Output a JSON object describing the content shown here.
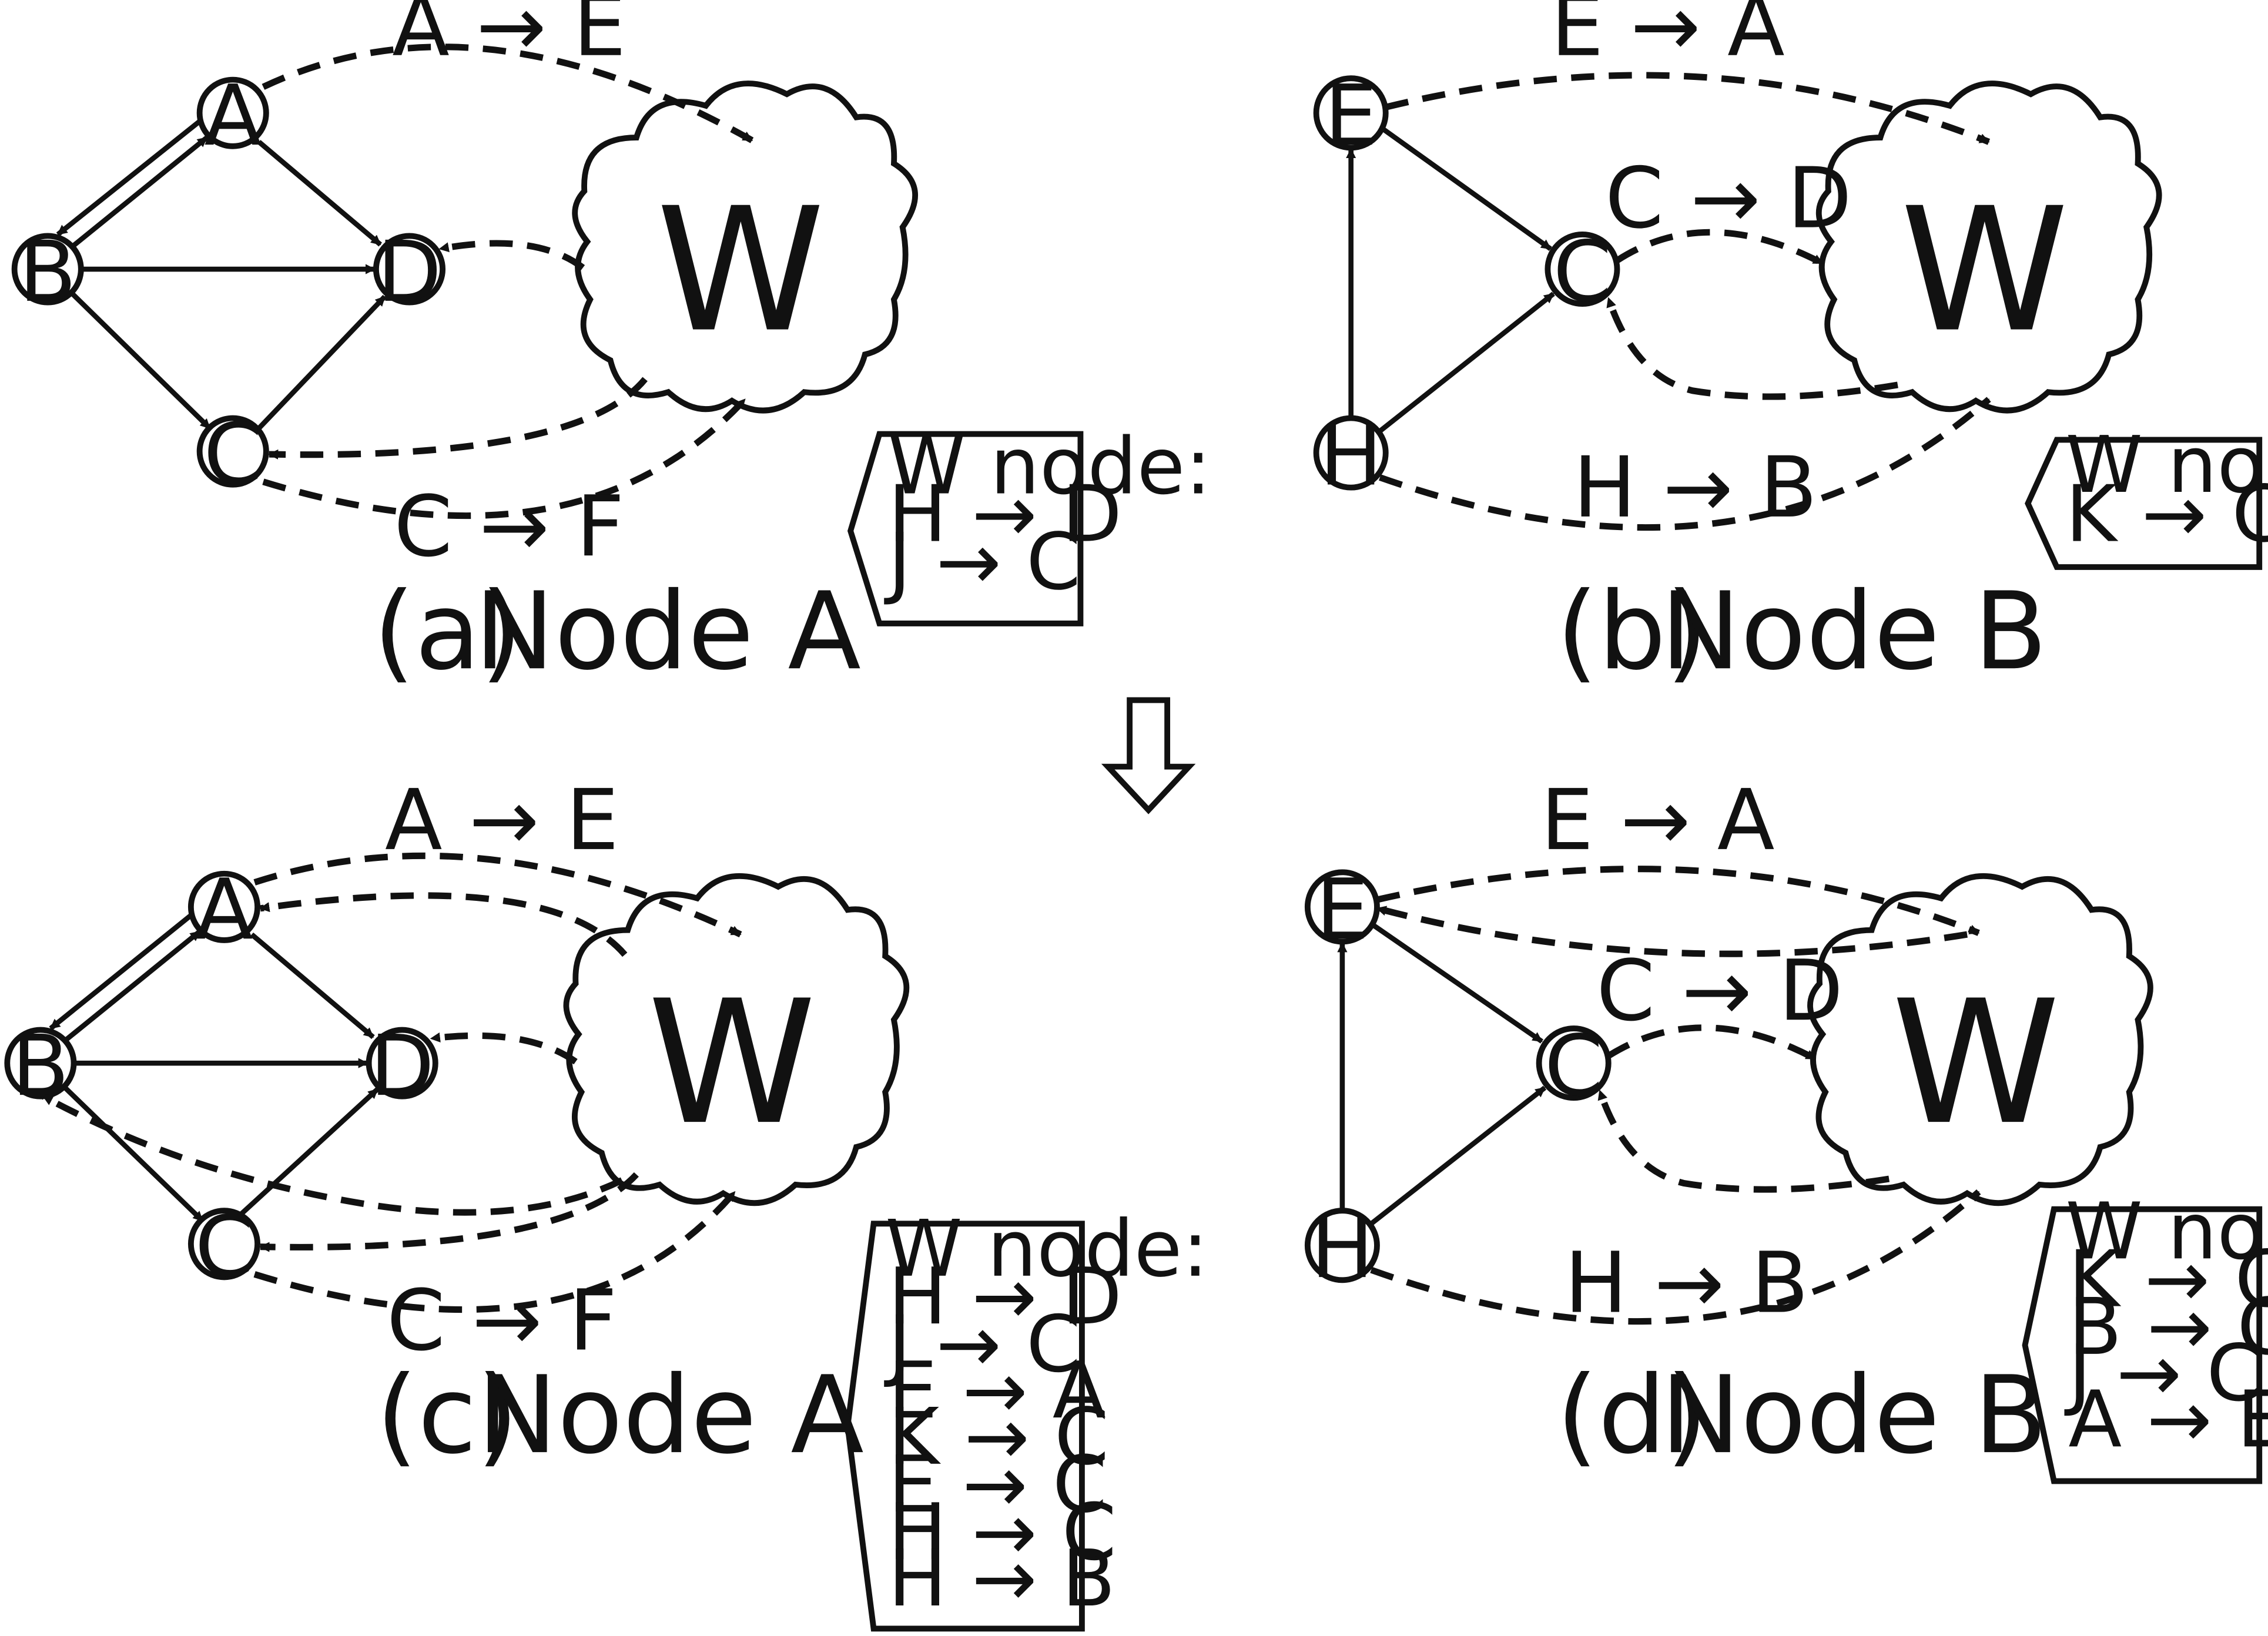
{
  "panels": {
    "a": {
      "caption_id": "(a)",
      "caption_name": "Node A",
      "nodes": {
        "A": "A",
        "B": "B",
        "C": "C",
        "D": "D"
      },
      "cloud": "W",
      "edges": {
        "top": "A → E",
        "bottom": "C → F"
      },
      "wbox": {
        "title": "W node:",
        "entries": [
          "H → D",
          "J → C"
        ]
      }
    },
    "b": {
      "caption_id": "(b)",
      "caption_name": "Node B",
      "nodes": {
        "E": "E",
        "C": "C",
        "H": "H"
      },
      "cloud": "W",
      "edges": {
        "top": "E → A",
        "mid": "C → D",
        "bottom": "H → B"
      },
      "wbox": {
        "title": "W node:",
        "entries": [
          "K → C"
        ]
      }
    },
    "c": {
      "caption_id": "(c)",
      "caption_name": "Node A",
      "nodes": {
        "A": "A",
        "B": "B",
        "C": "C",
        "D": "D"
      },
      "cloud": "W",
      "edges": {
        "top": "A → E",
        "bottom": "C → F"
      },
      "wbox": {
        "title": "W node:",
        "entries": [
          "H → D",
          "J → C",
          "E → A",
          "K → C",
          "E → C",
          "H → C",
          "H → B"
        ]
      }
    },
    "d": {
      "caption_id": "(d)",
      "caption_name": "Node B",
      "nodes": {
        "E": "E",
        "C": "C",
        "H": "H"
      },
      "cloud": "W",
      "edges": {
        "top": "E → A",
        "mid": "C → D",
        "bottom": "H → B"
      },
      "wbox": {
        "title": "W node:",
        "entries": [
          "K → C",
          "B → C",
          "J → C",
          "A → E"
        ]
      }
    }
  }
}
